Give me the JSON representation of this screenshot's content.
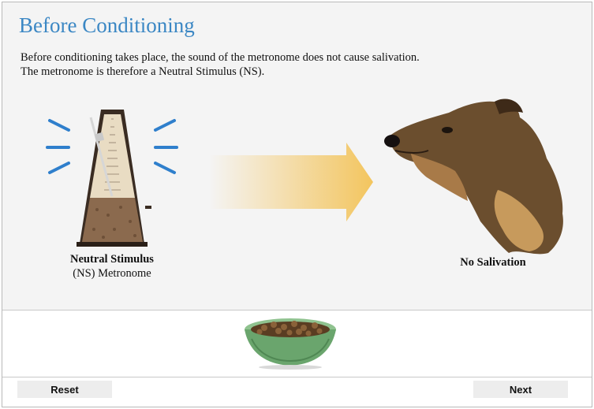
{
  "page": {
    "title": "Before Conditioning",
    "description": [
      "Before conditioning takes place, the sound of the metronome does not cause salivation.",
      "The metronome is therefore a Neutral Stimulus (NS)."
    ]
  },
  "stimulus": {
    "label_bold": "Neutral Stimulus",
    "label_sub": "(NS) Metronome"
  },
  "response": {
    "label": "No Salivation"
  },
  "buttons": {
    "reset_label": "Reset",
    "next_label": "Next"
  },
  "colors": {
    "title": "#3b87c4",
    "sound_lines": "#2f7fcc",
    "arrow": "#f3c55e",
    "panel_bg": "#f4f4f4"
  },
  "icons": {
    "metronome": "metronome-illustration",
    "arrow": "right-arrow",
    "dog": "dog-head-illustration",
    "bowl": "food-bowl-illustration"
  }
}
